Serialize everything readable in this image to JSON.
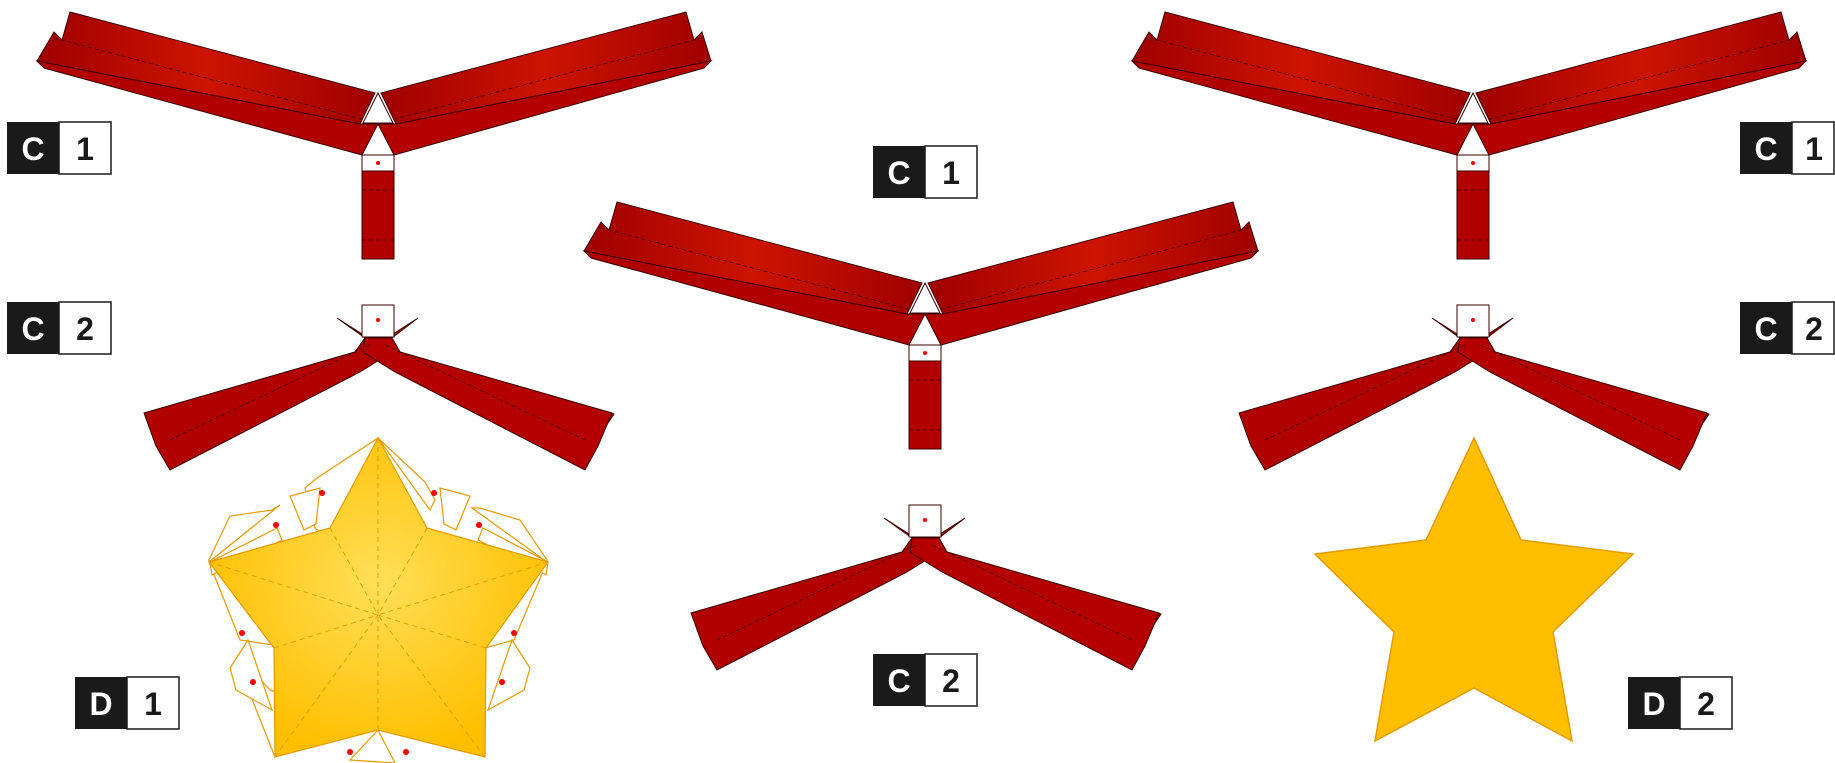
{
  "colors": {
    "ribbon_dark": "#a80000",
    "ribbon_light": "#cc1500",
    "star_light": "#ffdf58",
    "star_main": "#ffbf00",
    "star_outline": "#e59a00",
    "label_dark": "#1a1a1a",
    "glue_dot": "#ff0000"
  },
  "labels": [
    {
      "id": "c1-top-left",
      "letter": "C",
      "number": "1"
    },
    {
      "id": "c2-left",
      "letter": "C",
      "number": "2"
    },
    {
      "id": "c1-center",
      "letter": "C",
      "number": "1"
    },
    {
      "id": "c2-center",
      "letter": "C",
      "number": "2"
    },
    {
      "id": "c1-top-right",
      "letter": "C",
      "number": "1"
    },
    {
      "id": "c2-right",
      "letter": "C",
      "number": "2"
    },
    {
      "id": "d1",
      "letter": "D",
      "number": "1"
    },
    {
      "id": "d2",
      "letter": "D",
      "number": "2"
    }
  ]
}
